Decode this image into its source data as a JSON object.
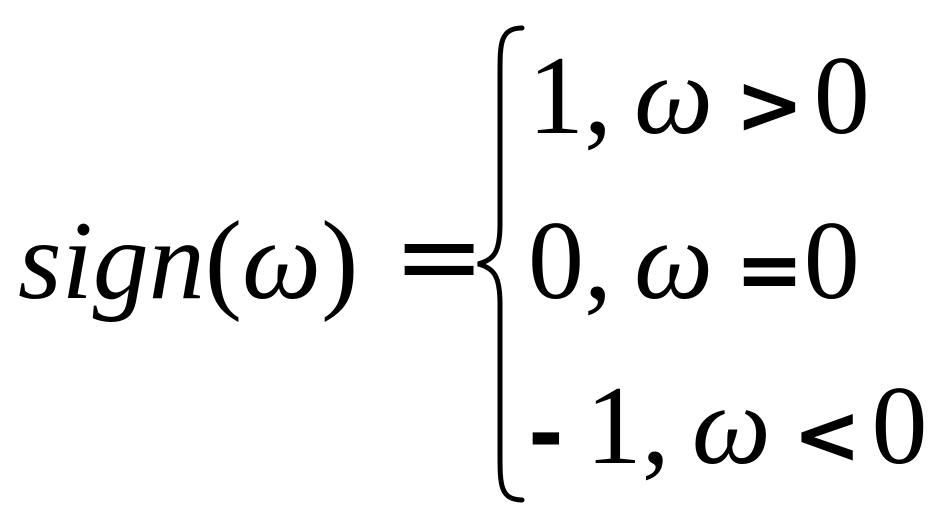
{
  "equation": {
    "lhs": {
      "func": "sign",
      "open_paren": "(",
      "arg": "ω",
      "close_paren": ")"
    },
    "equals": "=",
    "cases": [
      {
        "sign": "",
        "value": "1",
        "comma": ",",
        "var": "ω",
        "relation": ">",
        "rhs": "0"
      },
      {
        "sign": "",
        "value": "0",
        "comma": ",",
        "var": "ω",
        "relation": "=",
        "rhs": "0"
      },
      {
        "sign": "-",
        "value": "1",
        "comma": ",",
        "var": "ω",
        "relation": "<",
        "rhs": "0"
      }
    ]
  }
}
